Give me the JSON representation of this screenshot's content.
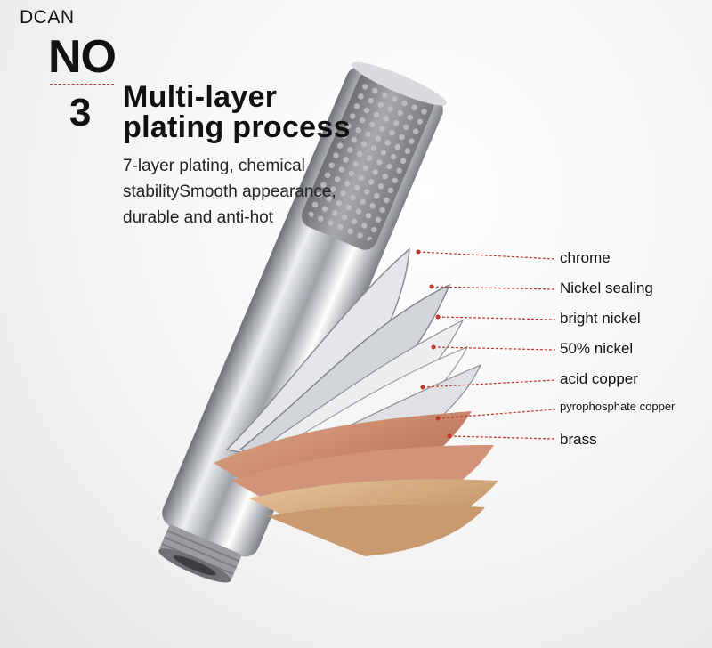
{
  "brand": "DCAN",
  "badge": {
    "prefix": "NO",
    "number": "3"
  },
  "headline": {
    "line1": "Multi-layer",
    "line2": "plating process"
  },
  "description": "7-layer plating, chemical stabilitySmooth appearance, durable and anti-hot",
  "layers": [
    {
      "label": "chrome"
    },
    {
      "label": "Nickel sealing"
    },
    {
      "label": "bright nickel"
    },
    {
      "label": "50% nickel"
    },
    {
      "label": "acid copper"
    },
    {
      "label": "pyrophosphate copper"
    },
    {
      "label": "brass"
    }
  ],
  "colors": {
    "callout_line": "#c0392b",
    "chrome": "#c9ccd0",
    "grip": "#8f9094",
    "copper": "#c8876a",
    "brass": "#cfa27a"
  }
}
